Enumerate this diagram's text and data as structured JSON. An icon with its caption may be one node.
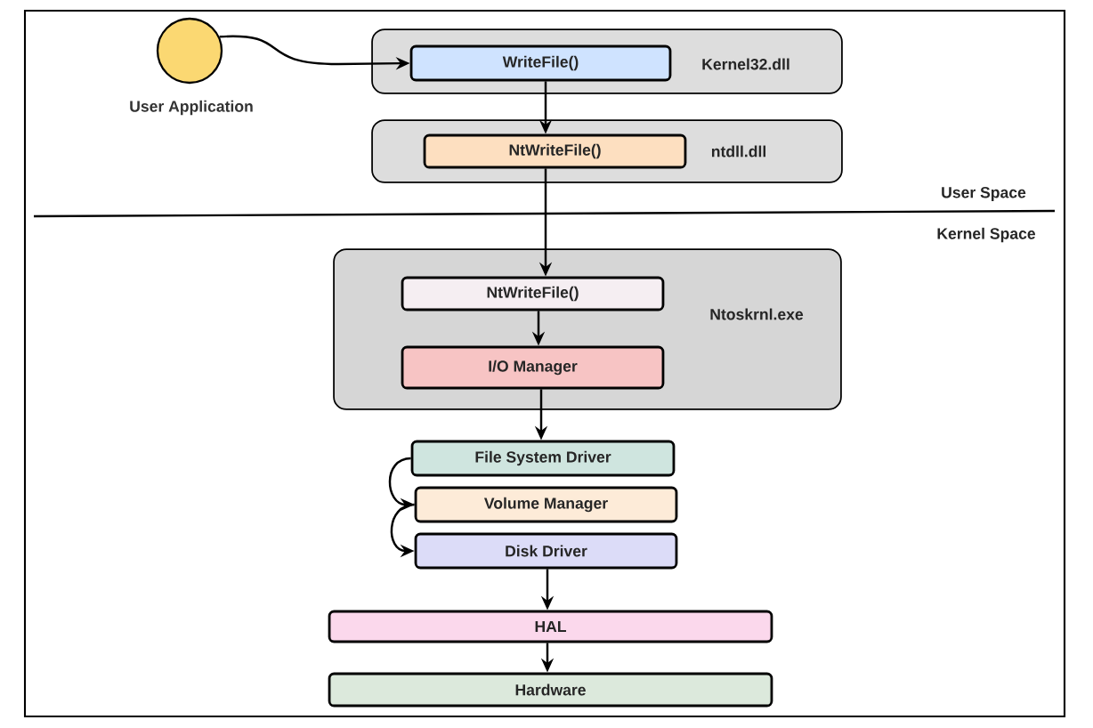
{
  "diagram": {
    "nodes": [
      {
        "text": [],
        "shape": "circle",
        "beside": [
          "User Application"
        ]
      },
      {
        "text": [
          "Kernel32.dll"
        ]
      },
      {
        "text": [
          "WriteFile()"
        ],
        "in": 1
      },
      {
        "text": [
          "ntdll.dll"
        ]
      },
      {
        "text": [
          "NtWriteFile()"
        ],
        "in": 3
      },
      {
        "text": [
          "Ntoskrnl.exe"
        ]
      },
      {
        "text": [
          "NtWriteFile()"
        ],
        "in": 5
      },
      {
        "text": [
          "I/O Manager"
        ],
        "in": 5
      },
      {
        "text": [
          "File System Driver"
        ]
      },
      {
        "text": [
          "Volume Manager"
        ]
      },
      {
        "text": [
          "Disk Driver"
        ]
      },
      {
        "text": [
          "HAL"
        ]
      },
      {
        "text": [
          "Hardware"
        ]
      }
    ],
    "edges": [
      {
        "from": 0,
        "to": 2,
        "arrow": "to"
      },
      {
        "from": 2,
        "to": 4,
        "arrow": "to"
      },
      {
        "from": 4,
        "to": 6,
        "arrow": "to"
      },
      {
        "from": 6,
        "to": 7,
        "arrow": "to"
      },
      {
        "from": 7,
        "to": 8,
        "arrow": "to"
      },
      {
        "from": 8,
        "to": 9,
        "arrow": "to"
      },
      {
        "from": 9,
        "to": 10,
        "arrow": "to"
      },
      {
        "from": 10,
        "to": 11,
        "arrow": "to"
      },
      {
        "from": 11,
        "to": 12,
        "arrow": "to"
      }
    ],
    "labels": [
      "User Space",
      "Kernel Space"
    ]
  }
}
